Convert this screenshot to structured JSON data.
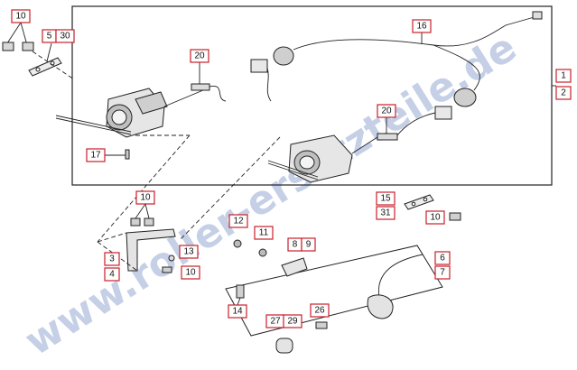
{
  "watermark": "www.roller-ersatzteile.de",
  "callouts": {
    "c10a": "10",
    "c5": "5",
    "c30": "30",
    "c16": "16",
    "c1": "1",
    "c2": "2",
    "c20a": "20",
    "c20b": "20",
    "c17": "17",
    "c10b": "10",
    "c12": "12",
    "c11": "11",
    "c8": "8",
    "c9": "9",
    "c13": "13",
    "c3": "3",
    "c4": "4",
    "c10c": "10",
    "c15": "15",
    "c31": "31",
    "c10d": "10",
    "c6": "6",
    "c7": "7",
    "c14": "14",
    "c27": "27",
    "c29": "29",
    "c26": "26"
  }
}
